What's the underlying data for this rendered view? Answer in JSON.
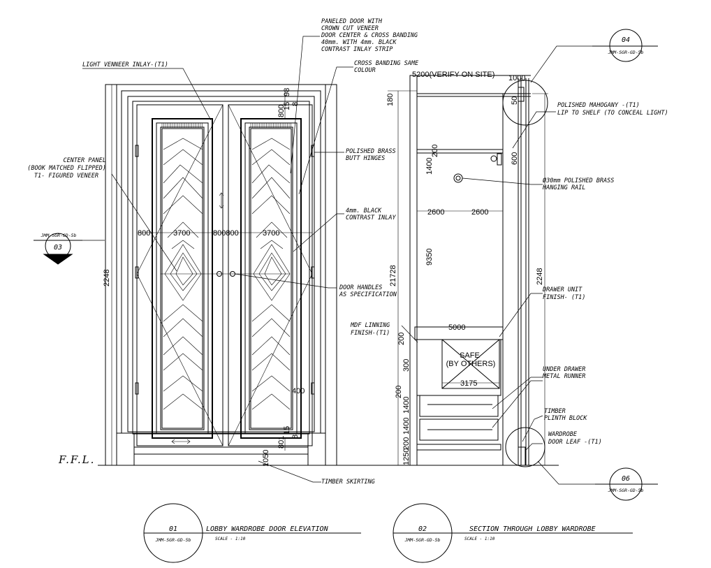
{
  "notes": {
    "paneled_door": [
      "PANELED DOOR WITH",
      "CROWN CUT VENEER",
      "DOOR CENTER & CROSS BANDING",
      "40mm. WITH 4mm. BLACK",
      "CONTRAST INLAY STRIP"
    ],
    "light_veneer": "LIGHT VENNEER INLAY-(T1)",
    "cross_banding": [
      "CROSS BANDING SAME",
      "COLOUR"
    ],
    "center_panel": [
      "CENTER PANEL",
      "(BOOK MATCHED FLIPPED)",
      "T1- FIGURED VENEER"
    ],
    "brass_hinges": [
      "POLISHED BRASS",
      "BUTT HINGES"
    ],
    "black_inlay": [
      "4mm. BLACK",
      "CONTRAST INLAY"
    ],
    "door_handles": [
      "DOOR HANDLES",
      "AS SPECIFICATION"
    ],
    "mdf_lining": [
      "MDF LINNING",
      "FINISH-(T1)"
    ],
    "mahogany": [
      "POLISHED MAHOGANY -(T1)",
      "LIP TO SHELF (TO CONCEAL LIGHT)"
    ],
    "hanging_rail": [
      "Ø30mm POLISHED BRASS",
      "HANGING RAIL"
    ],
    "drawer_unit": [
      "DRAWER UNIT",
      "FINISH- (T1)"
    ],
    "under_drawer": [
      "UNDER DRAWER",
      "METAL RUNNER"
    ],
    "plinth": [
      "TIMBER",
      "PLINTH BLOCK"
    ],
    "wardrobe_leaf": [
      "WARDROBE",
      "DOOR LEAF -(T1)"
    ],
    "skirting": "TIMBER SKIRTING",
    "ffl": "F.F.L.",
    "safe": [
      "SAFE",
      "(BY OTHERS)"
    ]
  },
  "dimensions": {
    "d5200": "5200(VERIFY ON SITE)",
    "d1000": "1000",
    "d50": "50",
    "d180": "180",
    "d200a": "200",
    "d1400a": "1400",
    "d600": "600",
    "d2600a": "2600",
    "d2600b": "2600",
    "d9350": "9350",
    "d21728": "21728",
    "d2248a": "2248",
    "d2248b": "2248",
    "d5000": "5000",
    "d200b": "200",
    "d300": "300",
    "d3175": "3175",
    "d200c": "200",
    "d1400b": "1400",
    "d1400c": "1400",
    "d200d": "200",
    "d1250": "1250",
    "d800a": "800",
    "d3700a": "3700",
    "d800b": "800800",
    "d3700b": "3700",
    "d400": "400",
    "d800top": "800",
    "d98": "98",
    "d15top": "15",
    "d8": "8",
    "d1050": "1050",
    "d801": "801",
    "d15bot": "15",
    "d8bot": "8"
  },
  "callouts": {
    "c04": {
      "num": "04",
      "ref": "JMM-SGR-GD-5b"
    },
    "c03": {
      "num": "03",
      "ref": "JMM-SGR-GD-5b"
    },
    "c06": {
      "num": "06",
      "ref": "JMM-SGR-GD-5b"
    }
  },
  "titles": {
    "t01": {
      "num": "01",
      "ref": "JMM-SGR-GD-5b",
      "label": "LOBBY WARDROBE DOOR ELEVATION",
      "scale": "SCALE - 1:10"
    },
    "t02": {
      "num": "02",
      "ref": "JMM-SGR-GD-5b",
      "label": "SECTION THROUGH LOBBY WARDROBE",
      "scale": "SCALE - 1:10"
    }
  }
}
